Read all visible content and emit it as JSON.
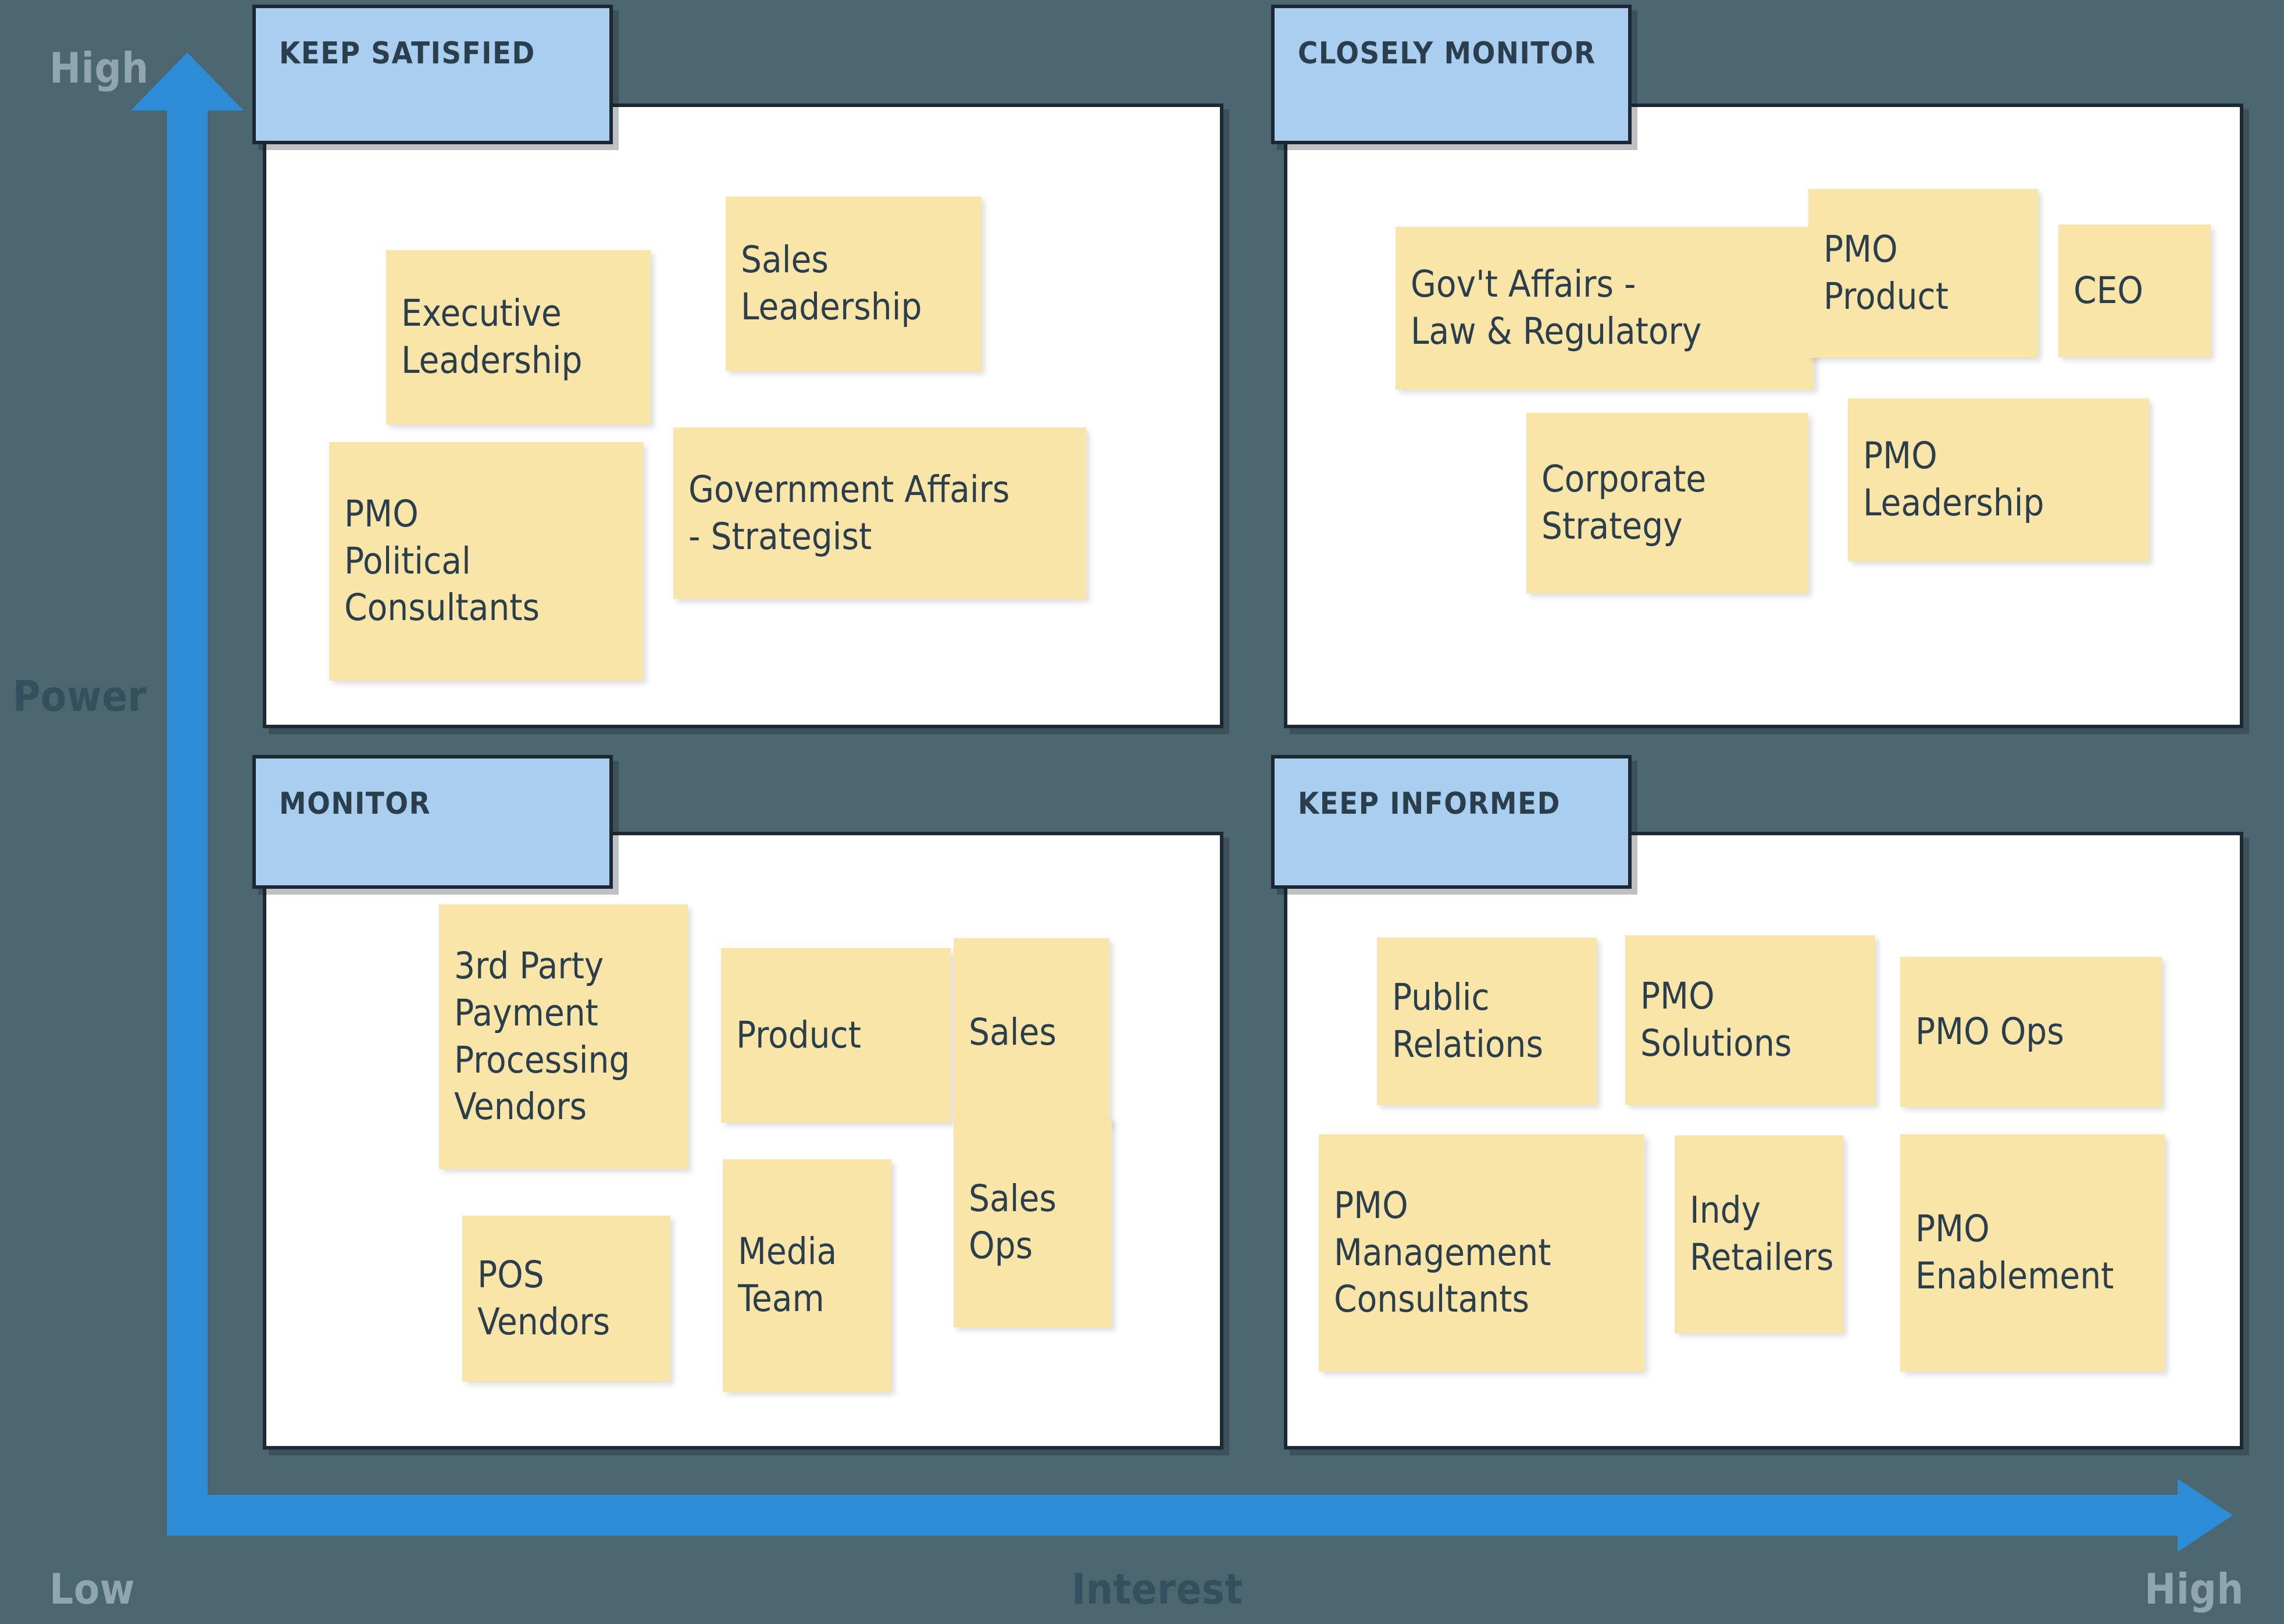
{
  "axes": {
    "y_axis_label": "Power",
    "y_high": "High",
    "x_low": "Low",
    "x_axis_label": "Interest",
    "x_high": "High",
    "accent_color": "#2E8BD6",
    "label_muted_color": "#8FA6B2",
    "label_dark_color": "#34505E"
  },
  "theme": {
    "background": "#4C666F",
    "panel_background": "#FFFFFF",
    "panel_border": "#1C2833",
    "tab_background": "#A9CEF0",
    "note_background": "#FAE5A8",
    "text_color": "#2B3E4C"
  },
  "quadrants": [
    {
      "id": "keep-satisfied",
      "title": "KEEP SATISFIED",
      "notes": [
        {
          "text": "Executive\nLeadership"
        },
        {
          "text": "Sales\nLeadership"
        },
        {
          "text": "PMO\nPolitical\nConsultants"
        },
        {
          "text": "Government Affairs\n- Strategist"
        }
      ]
    },
    {
      "id": "closely-monitor",
      "title": "CLOSELY MONITOR",
      "notes": [
        {
          "text": "Gov't Affairs -\nLaw & Regulatory"
        },
        {
          "text": "PMO\nProduct"
        },
        {
          "text": "CEO"
        },
        {
          "text": "Corporate\nStrategy"
        },
        {
          "text": "PMO\nLeadership"
        }
      ]
    },
    {
      "id": "monitor",
      "title": "MONITOR",
      "notes": [
        {
          "text": "3rd Party\nPayment\nProcessing\nVendors"
        },
        {
          "text": "Product"
        },
        {
          "text": "Sales"
        },
        {
          "text": "Media\nTeam"
        },
        {
          "text": "Sales\nOps"
        },
        {
          "text": "POS\nVendors"
        }
      ]
    },
    {
      "id": "keep-informed",
      "title": "KEEP INFORMED",
      "notes": [
        {
          "text": "Public\nRelations"
        },
        {
          "text": "PMO\nSolutions"
        },
        {
          "text": "PMO Ops"
        },
        {
          "text": "PMO\nManagement\nConsultants"
        },
        {
          "text": "Indy\nRetailers"
        },
        {
          "text": "PMO\nEnablement"
        }
      ]
    }
  ]
}
